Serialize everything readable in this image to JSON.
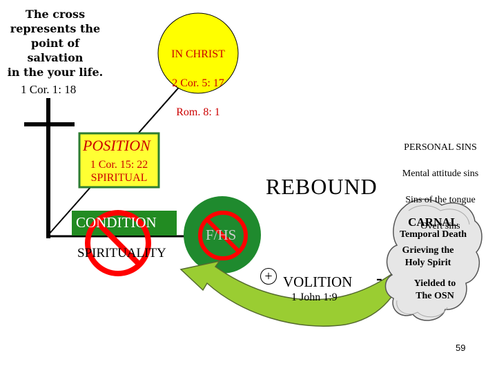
{
  "cross_note": "The cross\nrepresents the\npoint of salvation\nin the your life.",
  "cross_reference": "1 Cor. 1: 18",
  "in_christ": {
    "title": "IN CHRIST",
    "ref1": "2 Cor. 5: 17",
    "ref2": "Rom. 8: 1"
  },
  "position": {
    "title": "POSITION",
    "ref": "1 Cor. 15: 22",
    "label": "SPIRITUAL"
  },
  "condition": {
    "title": "CONDITION",
    "label": "SPIRITUALITY"
  },
  "fhs_label": "F/HS",
  "rebound_label": "REBOUND",
  "personal_sins": {
    "title": "PERSONAL SINS",
    "items": [
      "Mental attitude sins",
      "Sins of the tongue",
      "Overt sins"
    ]
  },
  "carnal": {
    "title": "CARNAL",
    "items": [
      "Temporal Death",
      "Grieving the\nHoly Spirit",
      "Yielded to\nThe OSN"
    ]
  },
  "volition": {
    "plus": "+",
    "label": "VOLITION",
    "minus": "-",
    "ref": "1 John 1:9"
  },
  "page_number": "59",
  "colors": {
    "yellow_circle": "#ffff00",
    "red_text": "#cc0000",
    "position_box": "#ffff33",
    "condition_box": "#228b22",
    "fhs_circle": "#1f8a2e",
    "arrow_fill": "#9acd32",
    "prohibition_red": "#ff0000",
    "cloud_fill": "#e6e6e6"
  }
}
